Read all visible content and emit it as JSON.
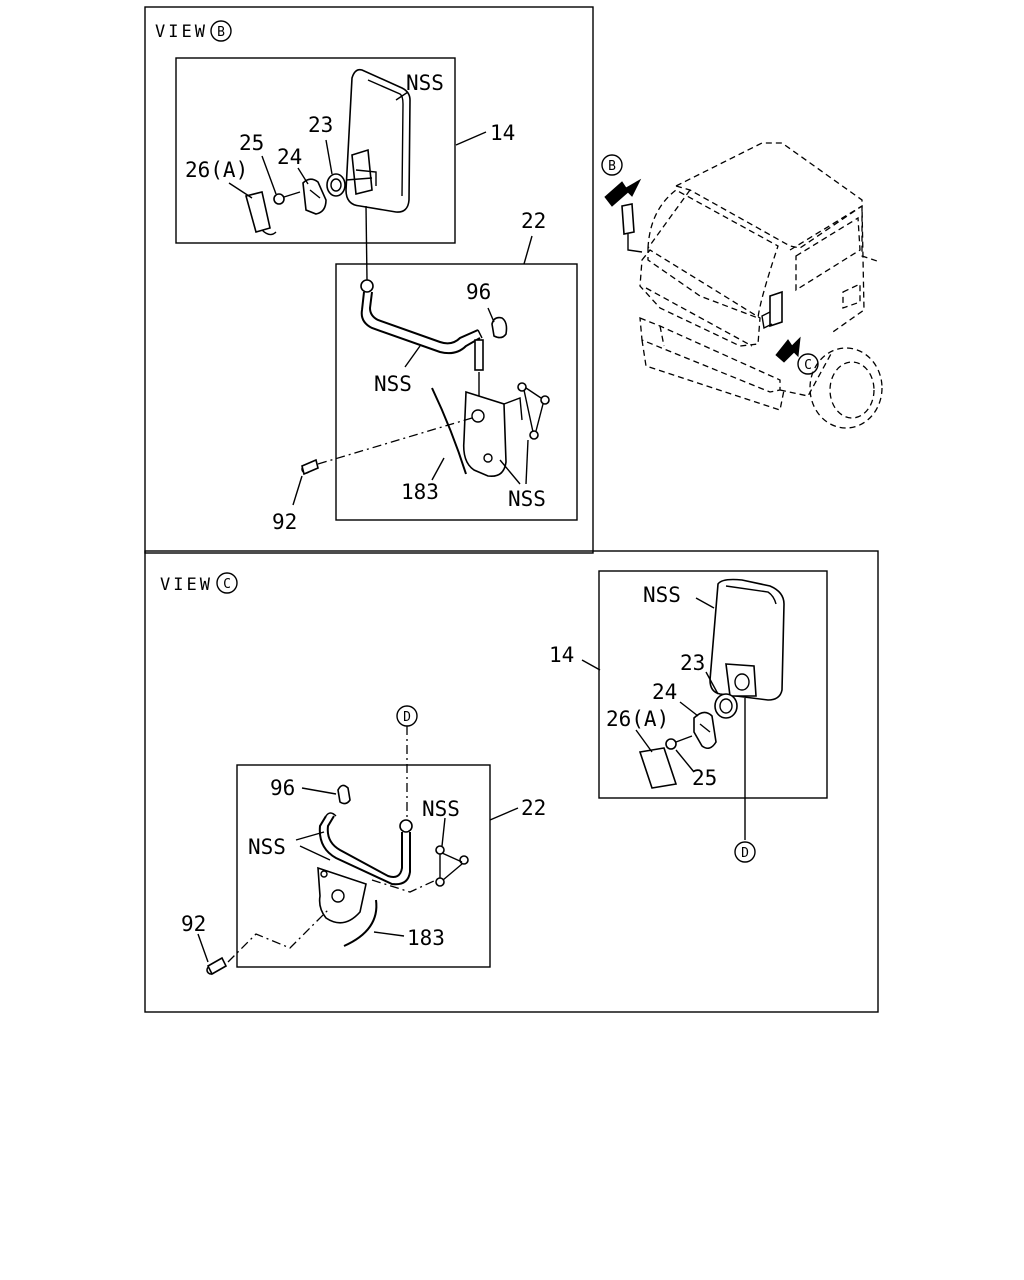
{
  "view_b": {
    "title": "VIEW",
    "marker": "B",
    "callouts": {
      "nss_mirror": "NSS",
      "p14": "14",
      "p23": "23",
      "p24": "24",
      "p25": "25",
      "p26": "26(A)",
      "p22": "22",
      "p96": "96",
      "nss_arm": "NSS",
      "nss_bracket": "NSS",
      "p183": "183",
      "p92": "92"
    }
  },
  "view_c": {
    "title": "VIEW",
    "marker": "C",
    "callouts": {
      "nss_mirror": "NSS",
      "p14": "14",
      "p23": "23",
      "p24": "24",
      "p26": "26(A)",
      "p25": "25",
      "p96": "96",
      "nss_arm": "NSS",
      "nss_link": "NSS",
      "p22": "22",
      "p92": "92",
      "p183": "183"
    },
    "connector_top": "D",
    "connector_bottom": "D"
  },
  "truck": {
    "arrow_b": "B",
    "arrow_c": "C"
  }
}
